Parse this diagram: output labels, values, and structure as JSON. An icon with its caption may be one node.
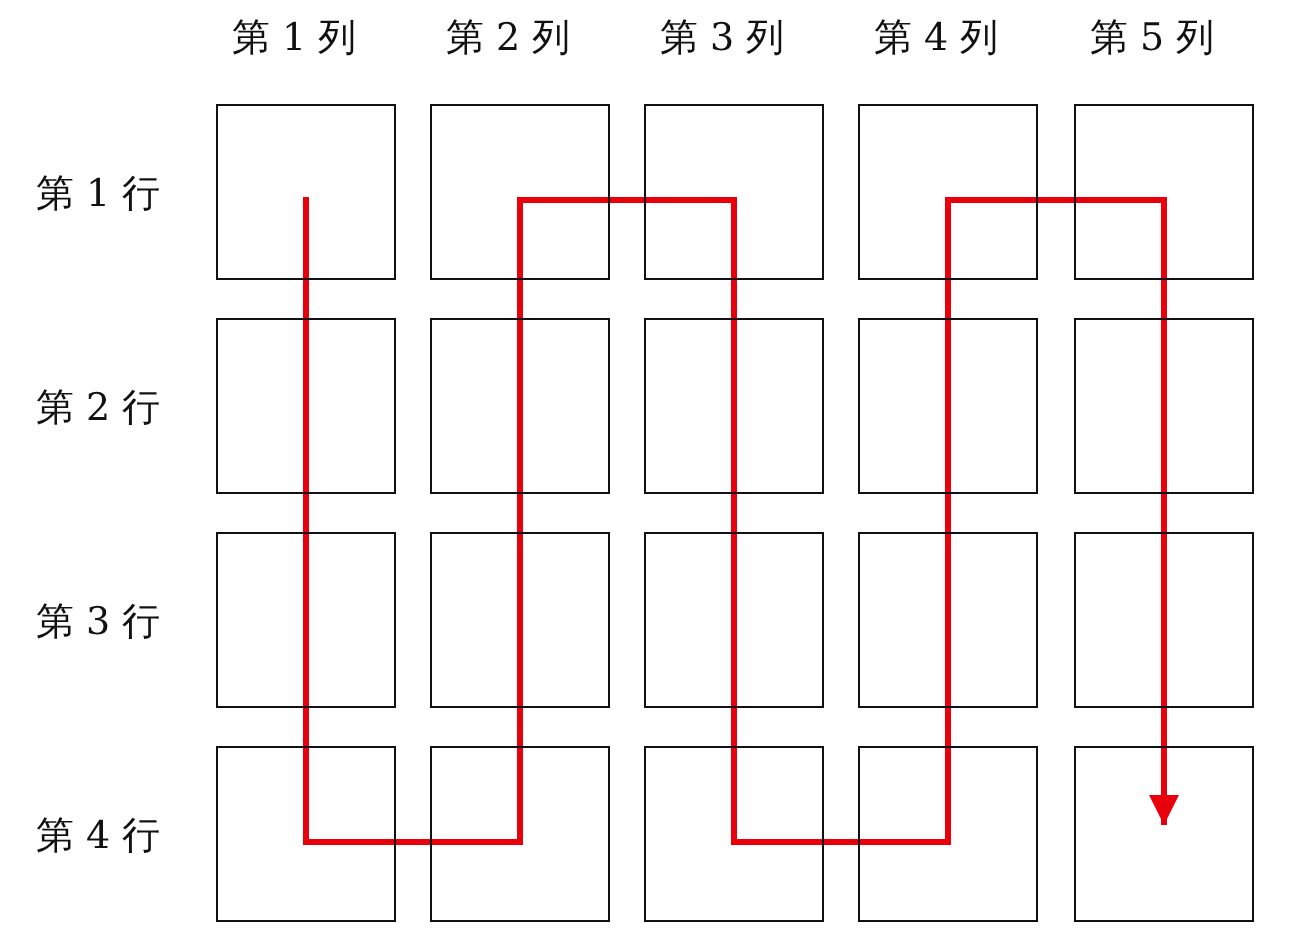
{
  "diagram": {
    "nodes": [
      {
        "text": [],
        "shape": "box"
      },
      {
        "text": [],
        "shape": "box"
      },
      {
        "text": [],
        "shape": "box"
      },
      {
        "text": [],
        "shape": "box"
      },
      {
        "text": [],
        "shape": "box"
      },
      {
        "text": [],
        "shape": "box"
      },
      {
        "text": [],
        "shape": "box"
      },
      {
        "text": [],
        "shape": "box"
      },
      {
        "text": [],
        "shape": "box"
      },
      {
        "text": [],
        "shape": "box"
      },
      {
        "text": [],
        "shape": "box"
      },
      {
        "text": [],
        "shape": "box"
      },
      {
        "text": [],
        "shape": "box"
      },
      {
        "text": [],
        "shape": "box"
      },
      {
        "text": [],
        "shape": "box"
      },
      {
        "text": [],
        "shape": "box"
      },
      {
        "text": [],
        "shape": "box"
      },
      {
        "text": [],
        "shape": "box"
      },
      {
        "text": [],
        "shape": "box"
      },
      {
        "text": [],
        "shape": "box"
      }
    ],
    "edges": [
      {
        "from": 0,
        "to": 5,
        "arrow": "none",
        "color": "#e8000b"
      },
      {
        "from": 5,
        "to": 10,
        "arrow": "none",
        "color": "#e8000b"
      },
      {
        "from": 10,
        "to": 15,
        "arrow": "none",
        "color": "#e8000b"
      },
      {
        "from": 15,
        "to": 16,
        "arrow": "none",
        "color": "#e8000b"
      },
      {
        "from": 16,
        "to": 11,
        "arrow": "none",
        "color": "#e8000b"
      },
      {
        "from": 11,
        "to": 6,
        "arrow": "none",
        "color": "#e8000b"
      },
      {
        "from": 6,
        "to": 1,
        "arrow": "none",
        "color": "#e8000b"
      },
      {
        "from": 1,
        "to": 2,
        "arrow": "none",
        "color": "#e8000b"
      },
      {
        "from": 2,
        "to": 7,
        "arrow": "none",
        "color": "#e8000b"
      },
      {
        "from": 7,
        "to": 12,
        "arrow": "none",
        "color": "#e8000b"
      },
      {
        "from": 12,
        "to": 17,
        "arrow": "none",
        "color": "#e8000b"
      },
      {
        "from": 17,
        "to": 18,
        "arrow": "none",
        "color": "#e8000b"
      },
      {
        "from": 18,
        "to": 13,
        "arrow": "none",
        "color": "#e8000b"
      },
      {
        "from": 13,
        "to": 8,
        "arrow": "none",
        "color": "#e8000b"
      },
      {
        "from": 8,
        "to": 3,
        "arrow": "none",
        "color": "#e8000b"
      },
      {
        "from": 3,
        "to": 4,
        "arrow": "none",
        "color": "#e8000b"
      },
      {
        "from": 4,
        "to": 9,
        "arrow": "none",
        "color": "#e8000b"
      },
      {
        "from": 9,
        "to": 14,
        "arrow": "none",
        "color": "#e8000b"
      },
      {
        "from": 14,
        "to": 19,
        "arrow": "to",
        "color": "#e8000b"
      }
    ],
    "labels": [
      "第 1 列",
      "第 2 列",
      "第 3 列",
      "第 4 列",
      "第 5 列",
      "第 1 行",
      "第 2 行",
      "第 3 行",
      "第 4 行"
    ]
  }
}
